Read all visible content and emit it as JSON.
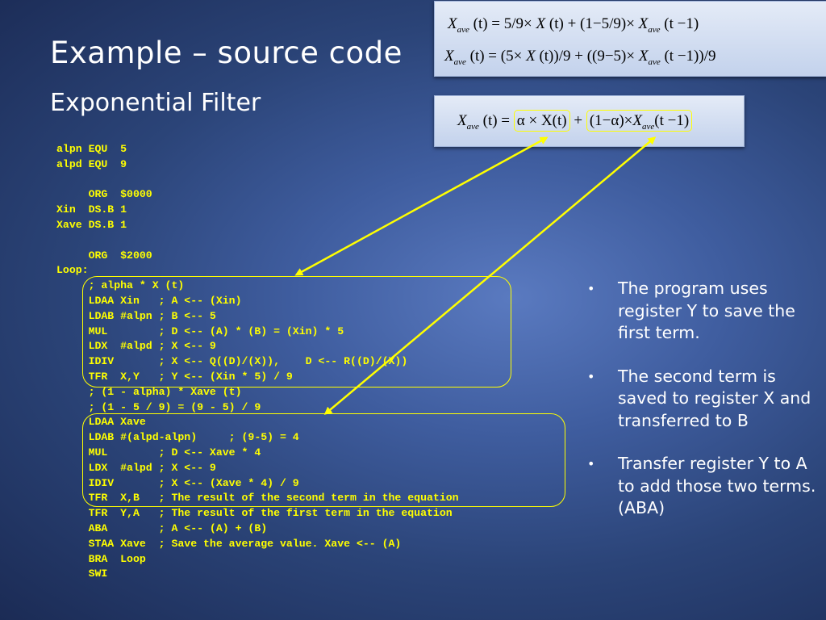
{
  "title": "Example – source code",
  "subtitle": "Exponential Filter",
  "code_lines": [
    "alpn EQU  5",
    "alpd EQU  9",
    "",
    "     ORG  $0000",
    "Xin  DS.B 1",
    "Xave DS.B 1",
    "",
    "     ORG  $2000",
    "Loop:",
    "     ; alpha * X (t)",
    "     LDAA Xin   ; A <-- (Xin)",
    "     LDAB #alpn ; B <-- 5",
    "     MUL        ; D <-- (A) * (B) = (Xin) * 5",
    "     LDX  #alpd ; X <-- 9",
    "     IDIV       ; X <-- Q((D)/(X)),    D <-- R((D)/(X))",
    "     TFR  X,Y   ; Y <-- (Xin * 5) / 9",
    "     ; (1 - alpha) * Xave (t)",
    "     ; (1 - 5 / 9) = (9 - 5) / 9",
    "     LDAA Xave",
    "     LDAB #(alpd-alpn)     ; (9-5) = 4",
    "     MUL        ; D <-- Xave * 4",
    "     LDX  #alpd ; X <-- 9",
    "     IDIV       ; X <-- (Xave * 4) / 9",
    "     TFR  X,B   ; The result of the second term in the equation",
    "     TFR  Y,A   ; The result of the first term in the equation",
    "     ABA        ; A <-- (A) + (B)",
    "     STAA Xave  ; Save the average value. Xave <-- (A)",
    "     BRA  Loop",
    "     SWI"
  ],
  "bullets": [
    "The program uses register Y to save the first term.",
    "The second term is saved to register X and transferred to B",
    "Transfer register Y to A to add those two terms. (ABA)"
  ],
  "bullet_char": "•",
  "equations": {
    "eq1_line1": {
      "lhs": "X",
      "lhs_sub": "ave",
      "lhs_arg": "(t) = 5/9×",
      "x_term": "X",
      "x_arg": "(t) + (1−5/9)×",
      "ave_term": "X",
      "ave_sub": "ave",
      "ave_arg": "(t −1)"
    },
    "eq1_line2": {
      "lhs": "X",
      "lhs_sub": "ave",
      "lhs_arg": "(t) = (5×",
      "x_term": "X",
      "x_arg": "(t))/9 + ((9−5)×",
      "ave_term": "X",
      "ave_sub": "ave",
      "ave_arg": "(t −1))/9"
    },
    "eq2": {
      "lhs": "X",
      "lhs_sub": "ave",
      "lhs_arg": "(t) =",
      "term1": "α × X(t)",
      "plus": "+",
      "term2_pre": "(1−α)×",
      "term2_x": "X",
      "term2_sub": "ave",
      "term2_arg": "(t −1)"
    }
  },
  "colors": {
    "accent": "#ffff00",
    "text": "#ffffff",
    "background": "#3f5d9f"
  }
}
